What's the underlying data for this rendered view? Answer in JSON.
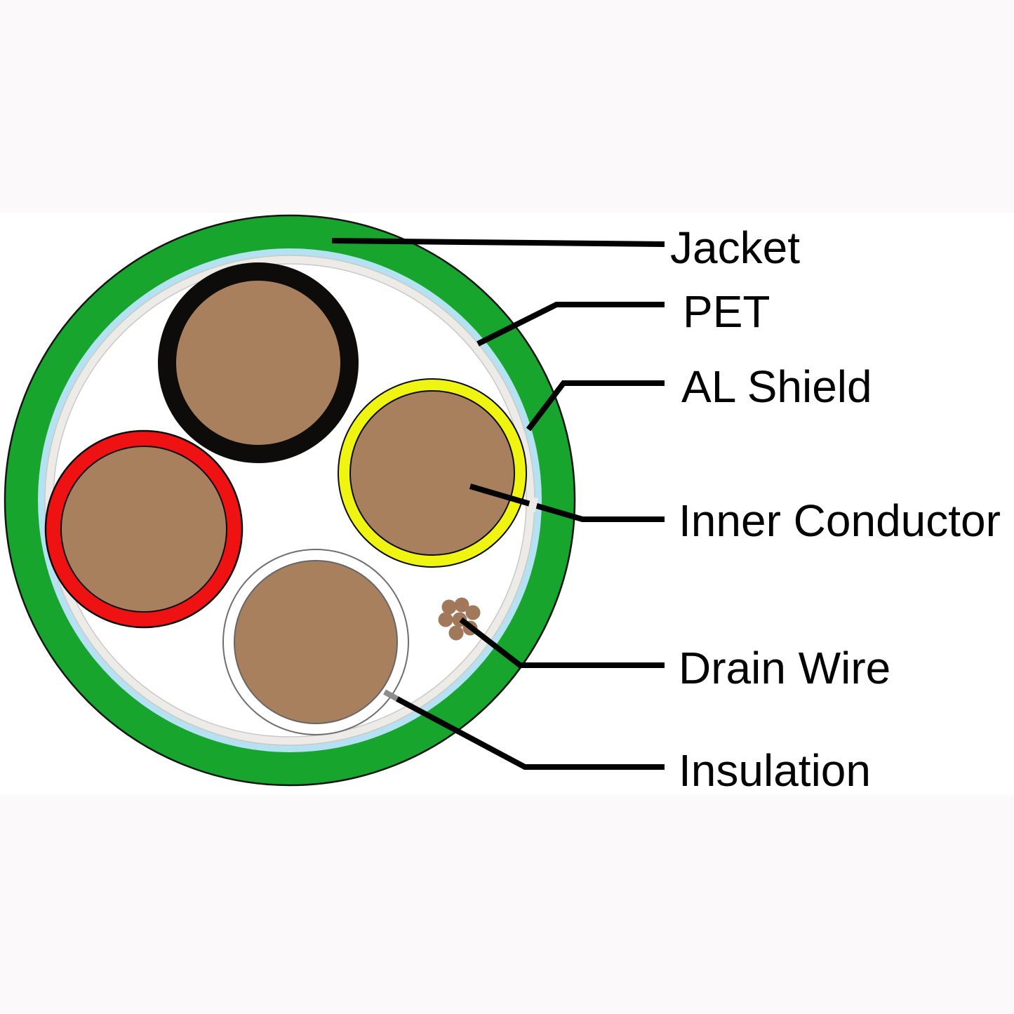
{
  "labels": {
    "jacket": "Jacket",
    "pet": "PET",
    "al_shield": "AL Shield",
    "inner_conductor": "Inner Conductor",
    "drain_wire": "Drain Wire",
    "insulation": "Insulation"
  },
  "colors": {
    "background": "#ffffff",
    "page_band": "#fcf9fa",
    "jacket_green": "#17a52d",
    "al_shield_cyan": "#b5e2f2",
    "pet_film": "#edebe8",
    "core_white": "#ffffff",
    "conductor_brown": "#a8805e",
    "insulation_black": "#0d0c0a",
    "insulation_red": "#ee1312",
    "insulation_yellow": "#f0f411",
    "insulation_white": "#ffffff",
    "drain_wire_brown": "#a1795a",
    "leader_line": "#020202",
    "leader_gray_tip": "#8c8c8c"
  }
}
